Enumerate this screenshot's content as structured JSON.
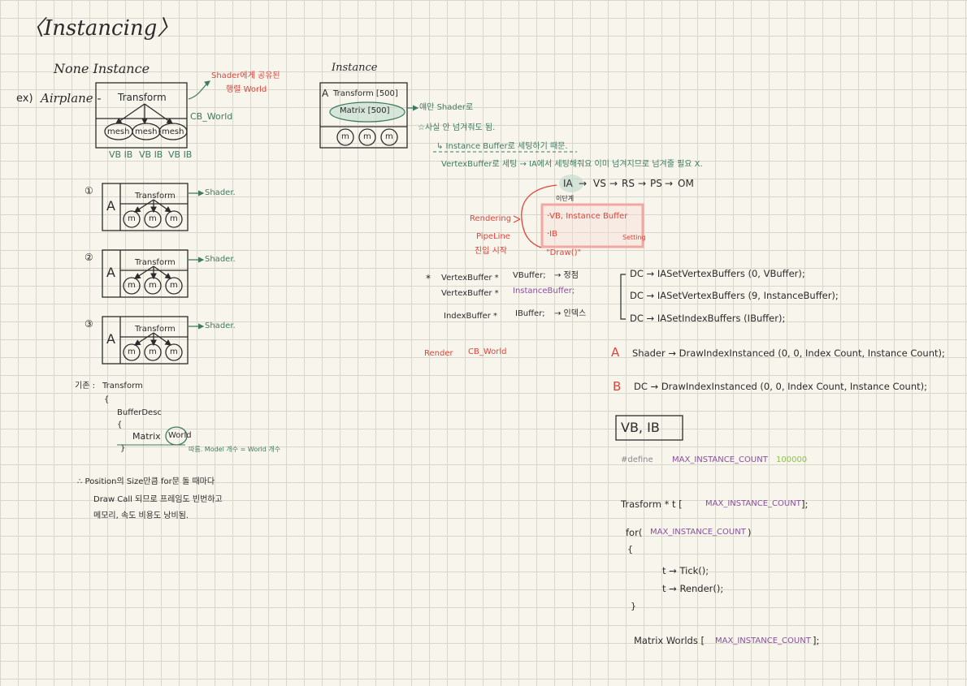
{
  "title": "〈Instancing〉",
  "none_instance": {
    "heading": "None Instance",
    "ex": "ex)",
    "airplane": "Airplane -",
    "transform": "Transform",
    "meshes": [
      "mesh",
      "mesh",
      "mesh"
    ],
    "vbib": [
      "VB IB",
      "VB IB",
      "VB IB"
    ],
    "shader_note_1": "Shader에게 공유된",
    "shader_note_2": "행렬 World",
    "cb_world": "CB_World",
    "items": [
      {
        "num": "①",
        "label": "A",
        "transform": "Transform",
        "shader": "Shader."
      },
      {
        "num": "②",
        "label": "A",
        "transform": "Transform",
        "shader": "Shader."
      },
      {
        "num": "③",
        "label": "A",
        "transform": "Transform",
        "shader": "Shader."
      }
    ],
    "m": "m",
    "code_label": "기존 :",
    "code_transform": "Transform",
    "code_open": "{",
    "code_bufferdesc": "BufferDesc",
    "code_open2": "{",
    "code_matrix": "Matrix",
    "code_world": "World",
    "code_close": "}",
    "world_note": "따름. Model 개수 = World 개수",
    "conclusion_1": "∴ Position의 Size만큼 for문 돌 때마다",
    "conclusion_2": "Draw Call 되므로 프레임도 빈번하고",
    "conclusion_3": "메모리, 속도 비용도 낭비됨."
  },
  "instance": {
    "heading": "Instance",
    "a_label": "A",
    "transform": "Transform [500]",
    "matrix": "Matrix [500]",
    "shader_note": "얘만 Shader로",
    "star_note": "☆사실 안 넘겨줘도 됨.",
    "arrow_note": "↳ Instance Buffer로 세팅하기 때문.",
    "vb_note": "VertexBuffer로 세팅 → IA에서 세팅해줘요 이미 넘겨지므로 넘겨줄 필요 X.",
    "m": "m",
    "pipeline": [
      "IA",
      "VS",
      "RS",
      "PS",
      "OM"
    ],
    "ia_note": "이단계",
    "rendering": [
      "Rendering",
      "PipeLine",
      "진입 시작"
    ],
    "setting_items": [
      "·VB, Instance Buffer",
      "·IB"
    ],
    "setting": "Setting",
    "draw": "\"Draw()\"",
    "decl": [
      {
        "star": "*",
        "type": "VertexBuffer *",
        "name": "VBuffer;",
        "note": "→ 정점"
      },
      {
        "star": "",
        "type": "VertexBuffer *",
        "name": "InstanceBuffer;",
        "note": ""
      },
      {
        "star": "",
        "type": "IndexBuffer *",
        "name": "IBuffer;",
        "note": "→ 인덱스"
      }
    ],
    "dc_lines": [
      "DC → IASetVertexBuffers (0, VBuffer);",
      "DC → IASetVertexBuffers (9, InstanceBuffer);",
      "DC → IASetIndexBuffers (IBuffer);"
    ],
    "render_word": "Render",
    "cb_world_word": "CB_World",
    "a_draw_label": "A",
    "a_draw": "Shader → DrawIndexInstanced (0, 0, Index Count, Instance Count);",
    "b_draw_label": "B",
    "b_draw": "DC → DrawIndexInstanced (0, 0, Index Count, Instance Count);",
    "vbib_box": "VB, IB",
    "define_kw": "#define",
    "define_name": "MAX_INSTANCE_COUNT",
    "define_val": "100000",
    "trasform_line_a": "Trasform *  t [",
    "trasform_line_b": "MAX_INSTANCE_COUNT",
    "trasform_line_c": "];",
    "for_a": "for(",
    "for_b": "MAX_INSTANCE_COUNT",
    "for_c": ")",
    "brace_open": "{",
    "tick": "t → Tick();",
    "render": "t → Render();",
    "brace_close": "}",
    "matrix_a": "Matrix  Worlds [",
    "matrix_b": "MAX_INSTANCE_COUNT",
    "matrix_c": "];"
  },
  "colors": {
    "ink": "#2b2b2b",
    "green": "#3e7a5f",
    "red": "#e0443a",
    "purple": "#8a4fa0",
    "lightgreen": "#8bc34a",
    "highlight": "#bcd9cc",
    "redbox": "#f2a7a2"
  }
}
